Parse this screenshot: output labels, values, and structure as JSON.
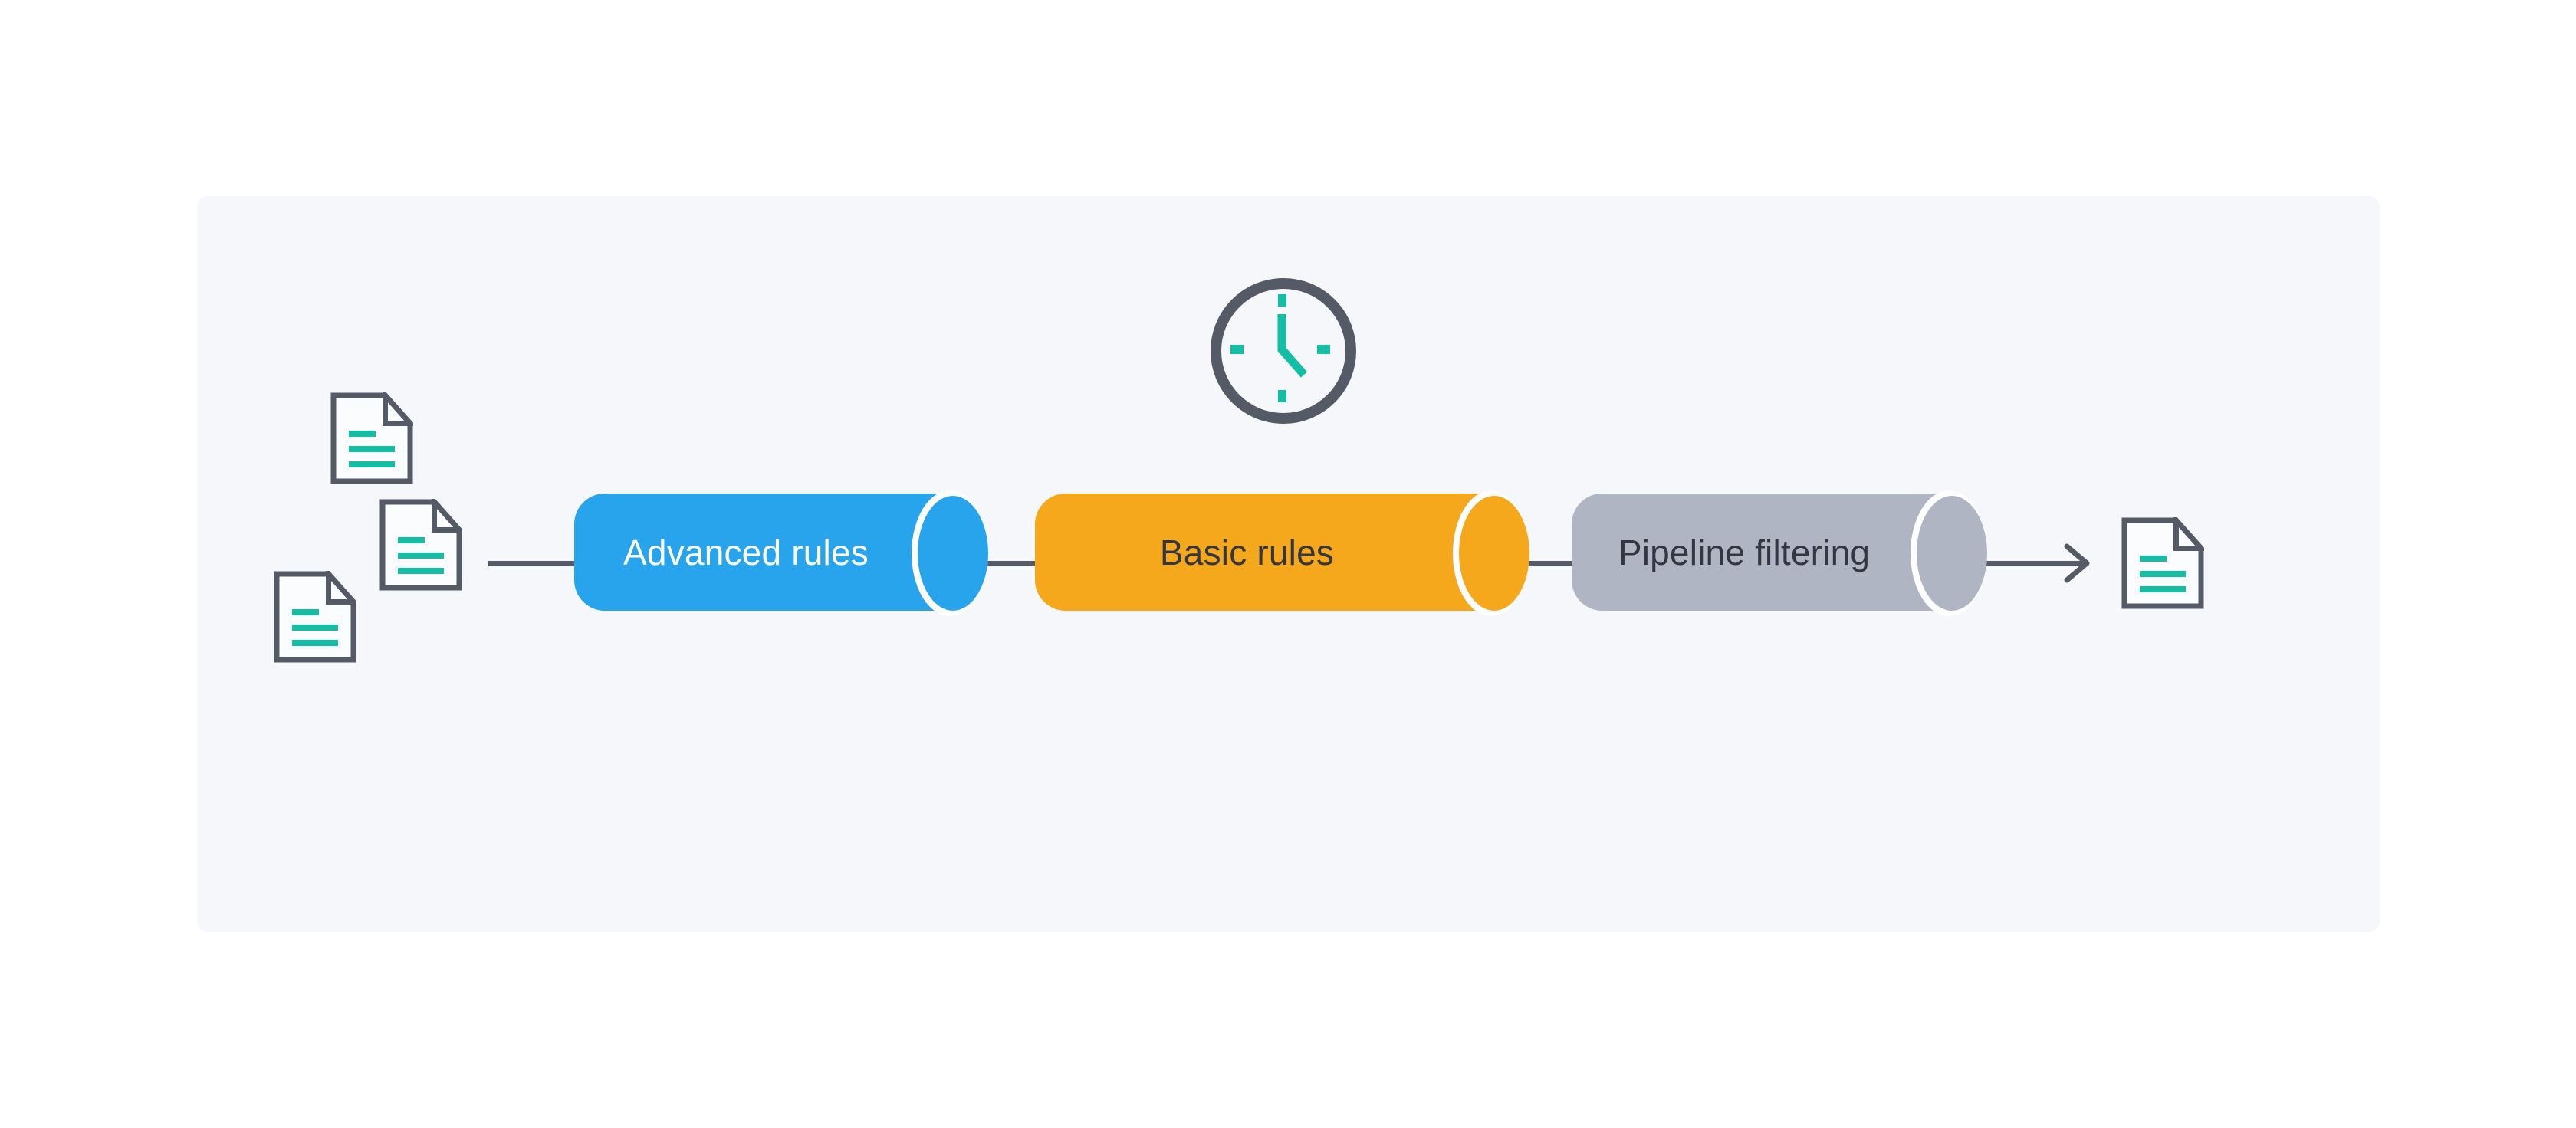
{
  "figure": {
    "kind": "document-filtering-flow-diagram"
  },
  "colors": {
    "page-bg": "#ffffff",
    "panel-bg": "#f5f7fa",
    "outline": "#545b66",
    "teal": "#13bea4",
    "doc-fill": "#fbfcfe",
    "cap-ring": "#ffffff"
  },
  "icons": {
    "input_documents": [
      "document-icon",
      "document-icon",
      "document-icon"
    ],
    "timer": "clock-icon",
    "clock_shown_time": "5:00",
    "arrow": "arrow-right-icon",
    "output_document": "document-icon"
  },
  "stages": [
    {
      "label": "Advanced rules",
      "fill": "#28a4ec",
      "label_color": "#ffffff"
    },
    {
      "label": "Basic rules",
      "fill": "#f5a81c",
      "label_color": "#343741"
    },
    {
      "label": "Pipeline filtering",
      "fill": "#afb5c2",
      "label_color": "#343741"
    }
  ]
}
